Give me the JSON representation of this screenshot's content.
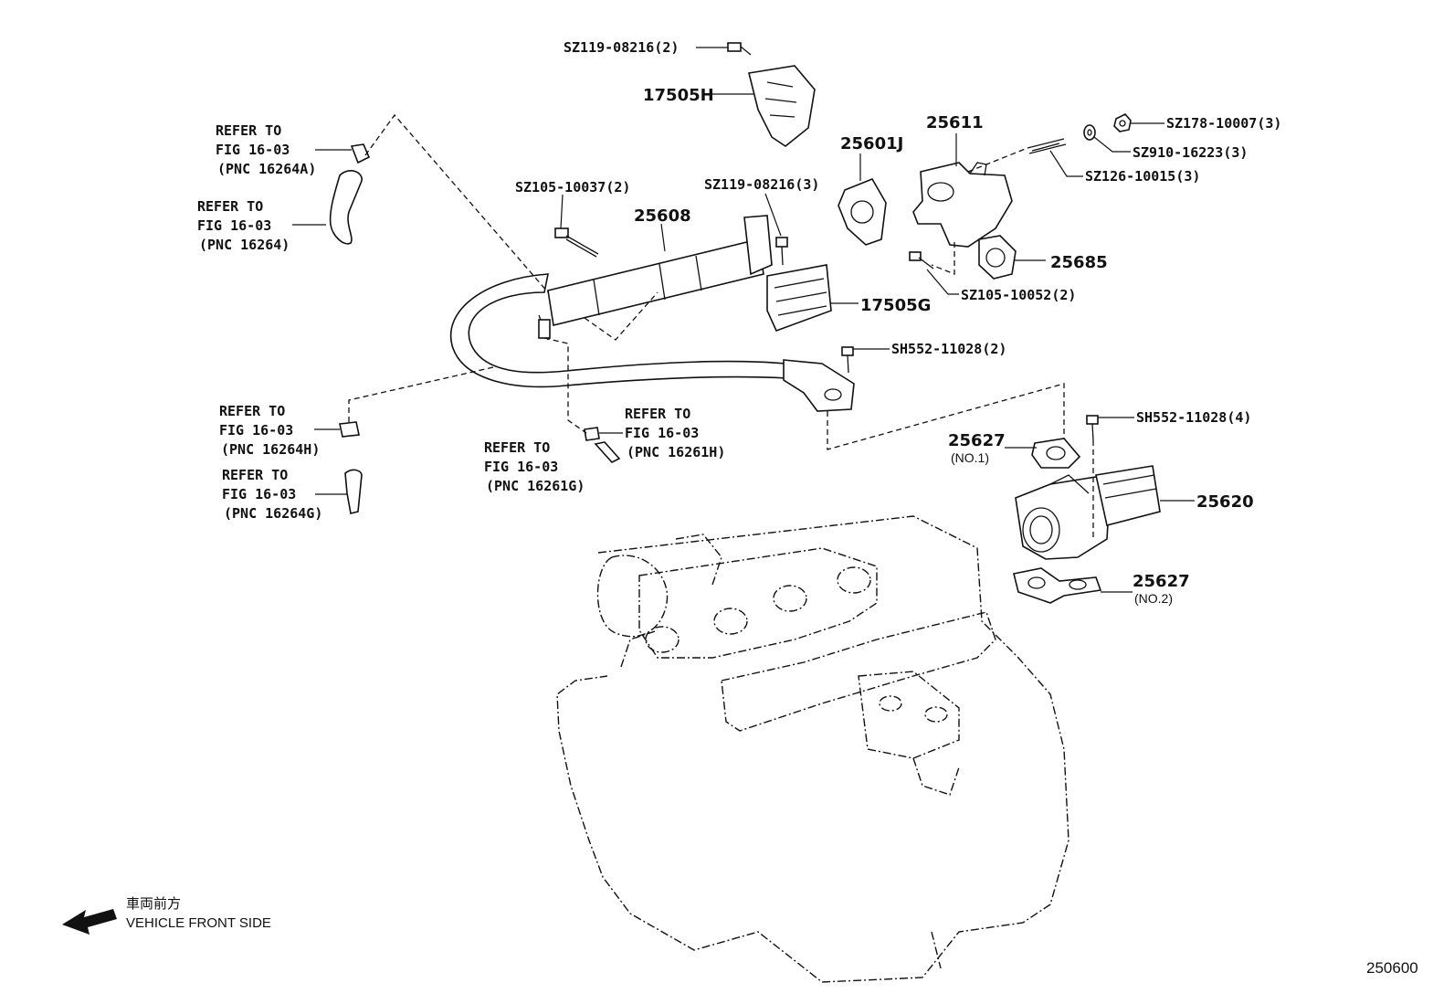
{
  "callouts": {
    "sz119_08216_2": "SZ119-08216(2)",
    "p17505H": "17505H",
    "p25611": "25611",
    "sz178_10007_3": "SZ178-10007(3)",
    "sz910_16223_3": "SZ910-16223(3)",
    "p25601J": "25601J",
    "sz126_10015_3": "SZ126-10015(3)",
    "sz105_10037_2": "SZ105-10037(2)",
    "p25608": "25608",
    "sz119_08216_3": "SZ119-08216(3)",
    "p25685": "25685",
    "sz105_10052_2": "SZ105-10052(2)",
    "p17505G": "17505G",
    "sh552_11028_2": "SH552-11028(2)",
    "sh552_11028_4": "SH552-11028(4)",
    "p25627_a": "25627",
    "no1": "(NO.1)",
    "p25620": "25620",
    "p25627_b": "25627",
    "no2": "(NO.2)"
  },
  "refs": [
    {
      "l1": "REFER TO",
      "l2": "FIG 16-03",
      "l3": "(PNC 16264A)"
    },
    {
      "l1": "REFER TO",
      "l2": "FIG 16-03",
      "l3": "(PNC 16264)"
    },
    {
      "l1": "REFER TO",
      "l2": "FIG 16-03",
      "l3": "(PNC 16264H)"
    },
    {
      "l1": "REFER TO",
      "l2": "FIG 16-03",
      "l3": "(PNC 16264G)"
    },
    {
      "l1": "REFER TO",
      "l2": "FIG 16-03",
      "l3": "(PNC 16261H)"
    },
    {
      "l1": "REFER TO",
      "l2": "FIG 16-03",
      "l3": "(PNC 16261G)"
    }
  ],
  "front": {
    "jp": "車両前方",
    "en": "VEHICLE FRONT SIDE",
    "icon": "arrow-left-icon"
  },
  "figure_number": "250600"
}
